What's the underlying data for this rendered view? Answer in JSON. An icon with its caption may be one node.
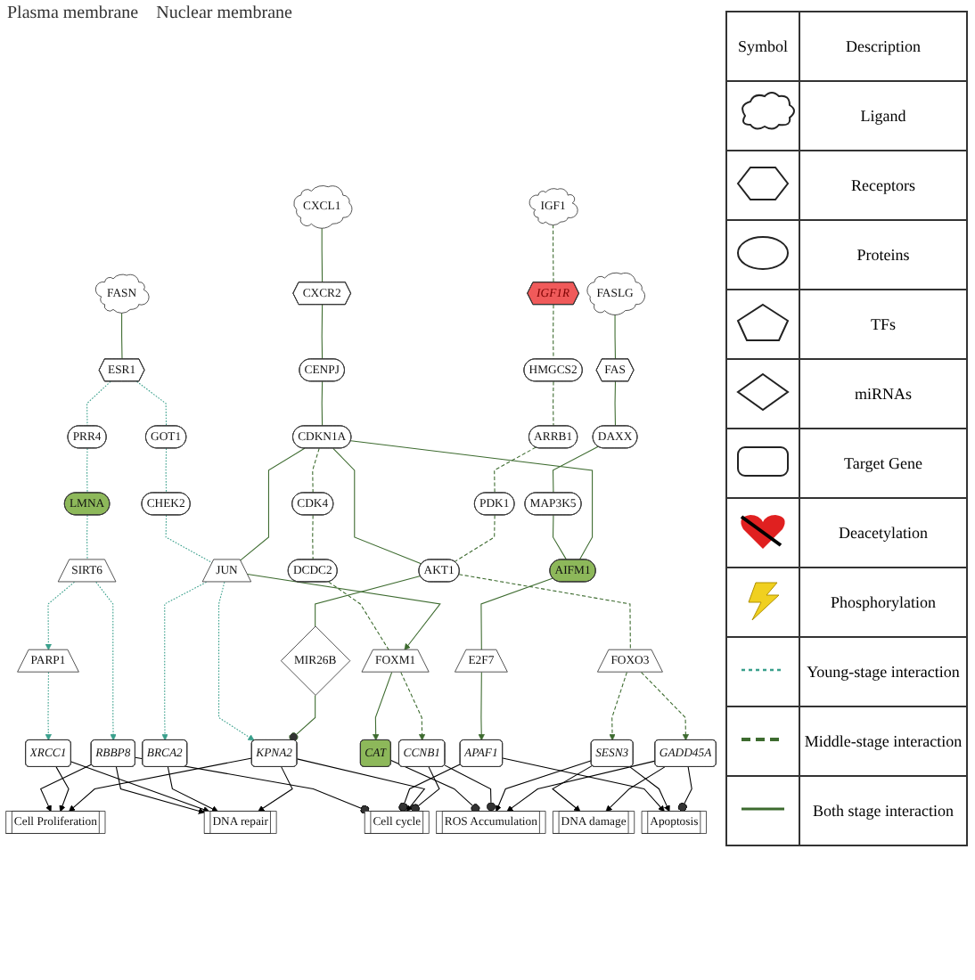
{
  "diagram": {
    "nodes": [
      {
        "text": [
          "FASN"
        ]
      },
      {
        "text": [
          "FASLG"
        ]
      },
      {
        "text": [
          "CXCL1"
        ]
      },
      {
        "text": [
          "IGF1"
        ]
      },
      {
        "text": [
          "ESR1"
        ]
      },
      {
        "text": [
          "FAS"
        ]
      },
      {
        "text": [
          "CXCR2"
        ]
      },
      {
        "text": [
          "IGF1R"
        ]
      },
      {
        "text": [
          "CENPJ"
        ]
      },
      {
        "text": [
          "HMGCS2"
        ]
      },
      {
        "text": [
          "DAXX"
        ]
      },
      {
        "text": [
          "ARRB1"
        ]
      },
      {
        "text": [
          "PRR4"
        ]
      },
      {
        "text": [
          "CDKN1A"
        ]
      },
      {
        "text": [
          "GOT1"
        ]
      },
      {
        "text": [
          "PDK1"
        ]
      },
      {
        "text": [
          "MAP3K5"
        ]
      },
      {
        "text": [
          "CHEK2"
        ]
      },
      {
        "text": [
          "CDK4"
        ]
      },
      {
        "text": [
          "LMNA"
        ]
      },
      {
        "text": [
          "AIFM1"
        ]
      },
      {
        "text": [
          "AKT1"
        ]
      },
      {
        "text": [
          "DCDC2"
        ]
      },
      {
        "text": [
          "SIRT6"
        ]
      },
      {
        "text": [
          "E2F7"
        ]
      },
      {
        "text": [
          "JUN"
        ]
      },
      {
        "text": [
          "FOXO3"
        ]
      },
      {
        "text": [
          "FOXM1"
        ]
      },
      {
        "text": [
          "PARP1"
        ]
      },
      {
        "text": [
          "MIR26B"
        ]
      },
      {
        "text": [
          "RBBP8"
        ]
      },
      {
        "text": [
          "XRCC1"
        ]
      },
      {
        "text": [
          "BRCA2"
        ]
      },
      {
        "text": [
          "APAF1"
        ]
      },
      {
        "text": [
          "KPNA2"
        ]
      },
      {
        "text": [
          "CAT"
        ]
      },
      {
        "text": [
          "CCNB1"
        ]
      },
      {
        "text": [
          "SESN3"
        ]
      },
      {
        "text": [
          "GADD45A"
        ]
      },
      {
        "text": [
          "Cell Proliferation"
        ]
      },
      {
        "text": [
          "DNA repair"
        ]
      },
      {
        "text": [
          "Cell cycle"
        ]
      },
      {
        "text": [
          "DNA damage"
        ]
      },
      {
        "text": [
          "Apoptosis"
        ]
      },
      {
        "text": [
          "ROS Accumulation"
        ]
      }
    ],
    "edges": [
      {
        "from": 0,
        "to": 4,
        "arrow": "none"
      },
      {
        "from": 1,
        "to": 5,
        "arrow": "none"
      },
      {
        "from": 2,
        "to": 6,
        "arrow": "none"
      },
      {
        "from": 3,
        "to": 7,
        "arrow": "none",
        "style": "dashed"
      },
      {
        "from": 4,
        "to": 12,
        "arrow": "none",
        "style": "dashed",
        "color": "#3aa08c"
      },
      {
        "from": 12,
        "to": 19,
        "arrow": "none",
        "style": "dashed",
        "color": "#3aa08c"
      },
      {
        "from": 4,
        "to": 14,
        "arrow": "none",
        "style": "dashed",
        "color": "#3aa08c"
      },
      {
        "from": 14,
        "to": 17,
        "arrow": "none",
        "style": "dashed",
        "color": "#3aa08c"
      },
      {
        "from": 17,
        "to": 25,
        "arrow": "none",
        "style": "dashed",
        "color": "#3aa08c"
      },
      {
        "from": 5,
        "to": 10,
        "arrow": "none"
      },
      {
        "from": 10,
        "to": 16,
        "arrow": "none"
      },
      {
        "from": 16,
        "to": 20,
        "arrow": "none"
      },
      {
        "from": 6,
        "to": 8,
        "arrow": "none"
      },
      {
        "from": 8,
        "to": 13,
        "arrow": "none"
      },
      {
        "from": 13,
        "to": 20,
        "arrow": "none"
      },
      {
        "from": 13,
        "to": 25,
        "arrow": "none"
      },
      {
        "from": 13,
        "to": 21,
        "arrow": "none"
      },
      {
        "from": 13,
        "to": 18,
        "arrow": "none",
        "style": "dashed"
      },
      {
        "from": 7,
        "to": 9,
        "arrow": "none",
        "style": "dashed"
      },
      {
        "from": 9,
        "to": 11,
        "arrow": "none",
        "style": "dashed"
      },
      {
        "from": 11,
        "to": 15,
        "arrow": "none",
        "style": "dashed"
      },
      {
        "from": 15,
        "to": 21,
        "arrow": "none",
        "style": "dashed"
      },
      {
        "from": 18,
        "to": 22,
        "arrow": "none",
        "style": "dashed"
      },
      {
        "from": 22,
        "to": 27,
        "arrow": "none",
        "style": "dashed"
      },
      {
        "from": 20,
        "to": 24,
        "arrow": "none"
      },
      {
        "from": 21,
        "to": 26,
        "arrow": "none",
        "style": "dashed"
      },
      {
        "from": 21,
        "to": 29,
        "arrow": "none"
      },
      {
        "from": 19,
        "to": 23,
        "arrow": "none",
        "style": "dashed",
        "color": "#3aa08c"
      },
      {
        "from": 23,
        "to": 28,
        "arrow": "to",
        "style": "dashed",
        "color": "#3aa08c"
      },
      {
        "from": 23,
        "to": 30,
        "arrow": "to",
        "style": "dashed",
        "color": "#3aa08c"
      },
      {
        "from": 28,
        "to": 31,
        "arrow": "to",
        "style": "dashed",
        "color": "#3aa08c"
      },
      {
        "from": 25,
        "to": 32,
        "arrow": "to",
        "style": "dashed",
        "color": "#3aa08c"
      },
      {
        "from": 25,
        "to": 34,
        "arrow": "to",
        "style": "dashed",
        "color": "#3aa08c"
      },
      {
        "from": 25,
        "to": 27,
        "arrow": "to"
      },
      {
        "from": 24,
        "to": 33,
        "arrow": "to"
      },
      {
        "from": 29,
        "to": 34,
        "arrow": "other"
      },
      {
        "from": 27,
        "to": 35,
        "arrow": "to"
      },
      {
        "from": 27,
        "to": 36,
        "arrow": "to",
        "style": "dashed"
      },
      {
        "from": 26,
        "to": 37,
        "arrow": "to",
        "style": "dashed"
      },
      {
        "from": 26,
        "to": 38,
        "arrow": "to",
        "style": "dashed"
      },
      {
        "from": 30,
        "to": 39,
        "arrow": "to",
        "color": "#000000"
      },
      {
        "from": 30,
        "to": 40,
        "arrow": "to",
        "color": "#000000"
      },
      {
        "from": 30,
        "to": 41,
        "arrow": "other",
        "color": "#000000"
      },
      {
        "from": 31,
        "to": 39,
        "arrow": "to",
        "color": "#000000"
      },
      {
        "from": 31,
        "to": 40,
        "arrow": "to",
        "color": "#000000"
      },
      {
        "from": 32,
        "to": 40,
        "arrow": "to",
        "color": "#000000"
      },
      {
        "from": 33,
        "to": 41,
        "arrow": "other",
        "color": "#000000"
      },
      {
        "from": 33,
        "to": 43,
        "arrow": "to",
        "color": "#000000"
      },
      {
        "from": 34,
        "to": 39,
        "arrow": "to",
        "color": "#000000"
      },
      {
        "from": 34,
        "to": 40,
        "arrow": "to",
        "color": "#000000"
      },
      {
        "from": 34,
        "to": 41,
        "arrow": "to",
        "color": "#000000"
      },
      {
        "from": 35,
        "to": 44,
        "arrow": "other",
        "color": "#000000"
      },
      {
        "from": 36,
        "to": 41,
        "arrow": "other",
        "color": "#000000"
      },
      {
        "from": 36,
        "to": 44,
        "arrow": "other",
        "color": "#000000"
      },
      {
        "from": 37,
        "to": 42,
        "arrow": "to",
        "color": "#000000"
      },
      {
        "from": 37,
        "to": 43,
        "arrow": "to",
        "color": "#000000"
      },
      {
        "from": 37,
        "to": 44,
        "arrow": "to",
        "color": "#000000"
      },
      {
        "from": 38,
        "to": 42,
        "arrow": "to",
        "color": "#000000"
      },
      {
        "from": 38,
        "to": 43,
        "arrow": "other",
        "color": "#000000"
      },
      {
        "from": 38,
        "to": 44,
        "arrow": "to",
        "color": "#000000"
      }
    ],
    "labels": [
      "Plasma membrane",
      "Nuclear membrane",
      "Symbol",
      "Description"
    ],
    "legend": [
      {
        "text": "Ligand"
      },
      {
        "text": "Receptors"
      },
      {
        "text": "Proteins"
      },
      {
        "text": "TFs"
      },
      {
        "text": "miRNAs"
      },
      {
        "text": "Target Gene"
      },
      {
        "text": "Deacetylation"
      },
      {
        "text": "Phosphorylation"
      },
      {
        "text": "Young-stage interaction"
      },
      {
        "text": "Middle-stage interaction"
      },
      {
        "text": "Both stage interaction"
      }
    ]
  }
}
